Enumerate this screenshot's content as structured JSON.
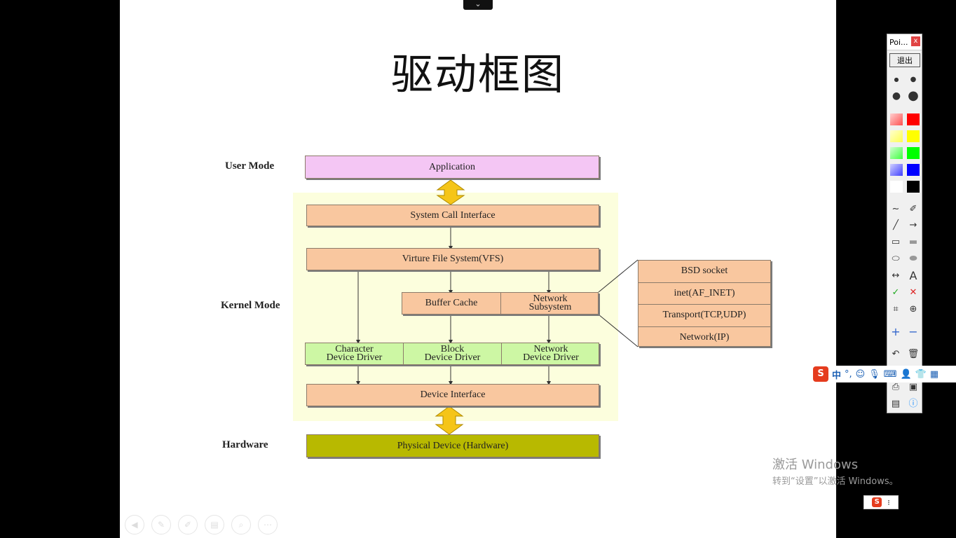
{
  "slide": {
    "title": "驱动框图",
    "toggle_icon": "chevron-down-icon"
  },
  "diagram": {
    "mode_labels": {
      "user": "User Mode",
      "kernel": "Kernel Mode",
      "hardware": "Hardware"
    },
    "application": "Application",
    "syscall": "System Call Interface",
    "vfs": "Virture File System(VFS)",
    "buffer_cache": "Buffer Cache",
    "network_subsystem": "Network\nSubsystem",
    "char_driver": "Character\nDevice Driver",
    "block_driver": "Block\nDevice Driver",
    "net_driver": "Network\nDevice Driver",
    "device_interface": "Device Interface",
    "physical_device": "Physical Device (Hardware)",
    "bsd_stack": [
      "BSD socket",
      "inet(AF_INET)",
      "Transport(TCP,UDP)",
      "Network(IP)"
    ],
    "colors": {
      "user": "#f4c6f4",
      "kernel": "#f9c79f",
      "driver": "#cdf7a4",
      "hardware": "#b8b900",
      "arrow": "#f5c518"
    }
  },
  "toolbar": {
    "title": "Poi...",
    "close": "x",
    "exit": "退出",
    "colors": [
      "#ff0000",
      "#ffff00",
      "#00ff00",
      "#0000ff",
      "#000000"
    ]
  },
  "ime": {
    "lang": "中",
    "icons": [
      "sogou-logo-icon",
      "punctuation-icon",
      "emoji-icon",
      "mic-icon",
      "keyboard-icon",
      "user-icon",
      "shirt-icon",
      "grid-icon"
    ]
  },
  "watermark": {
    "line1": "激活 Windows",
    "line2": "转到“设置”以激活 Windows。"
  }
}
